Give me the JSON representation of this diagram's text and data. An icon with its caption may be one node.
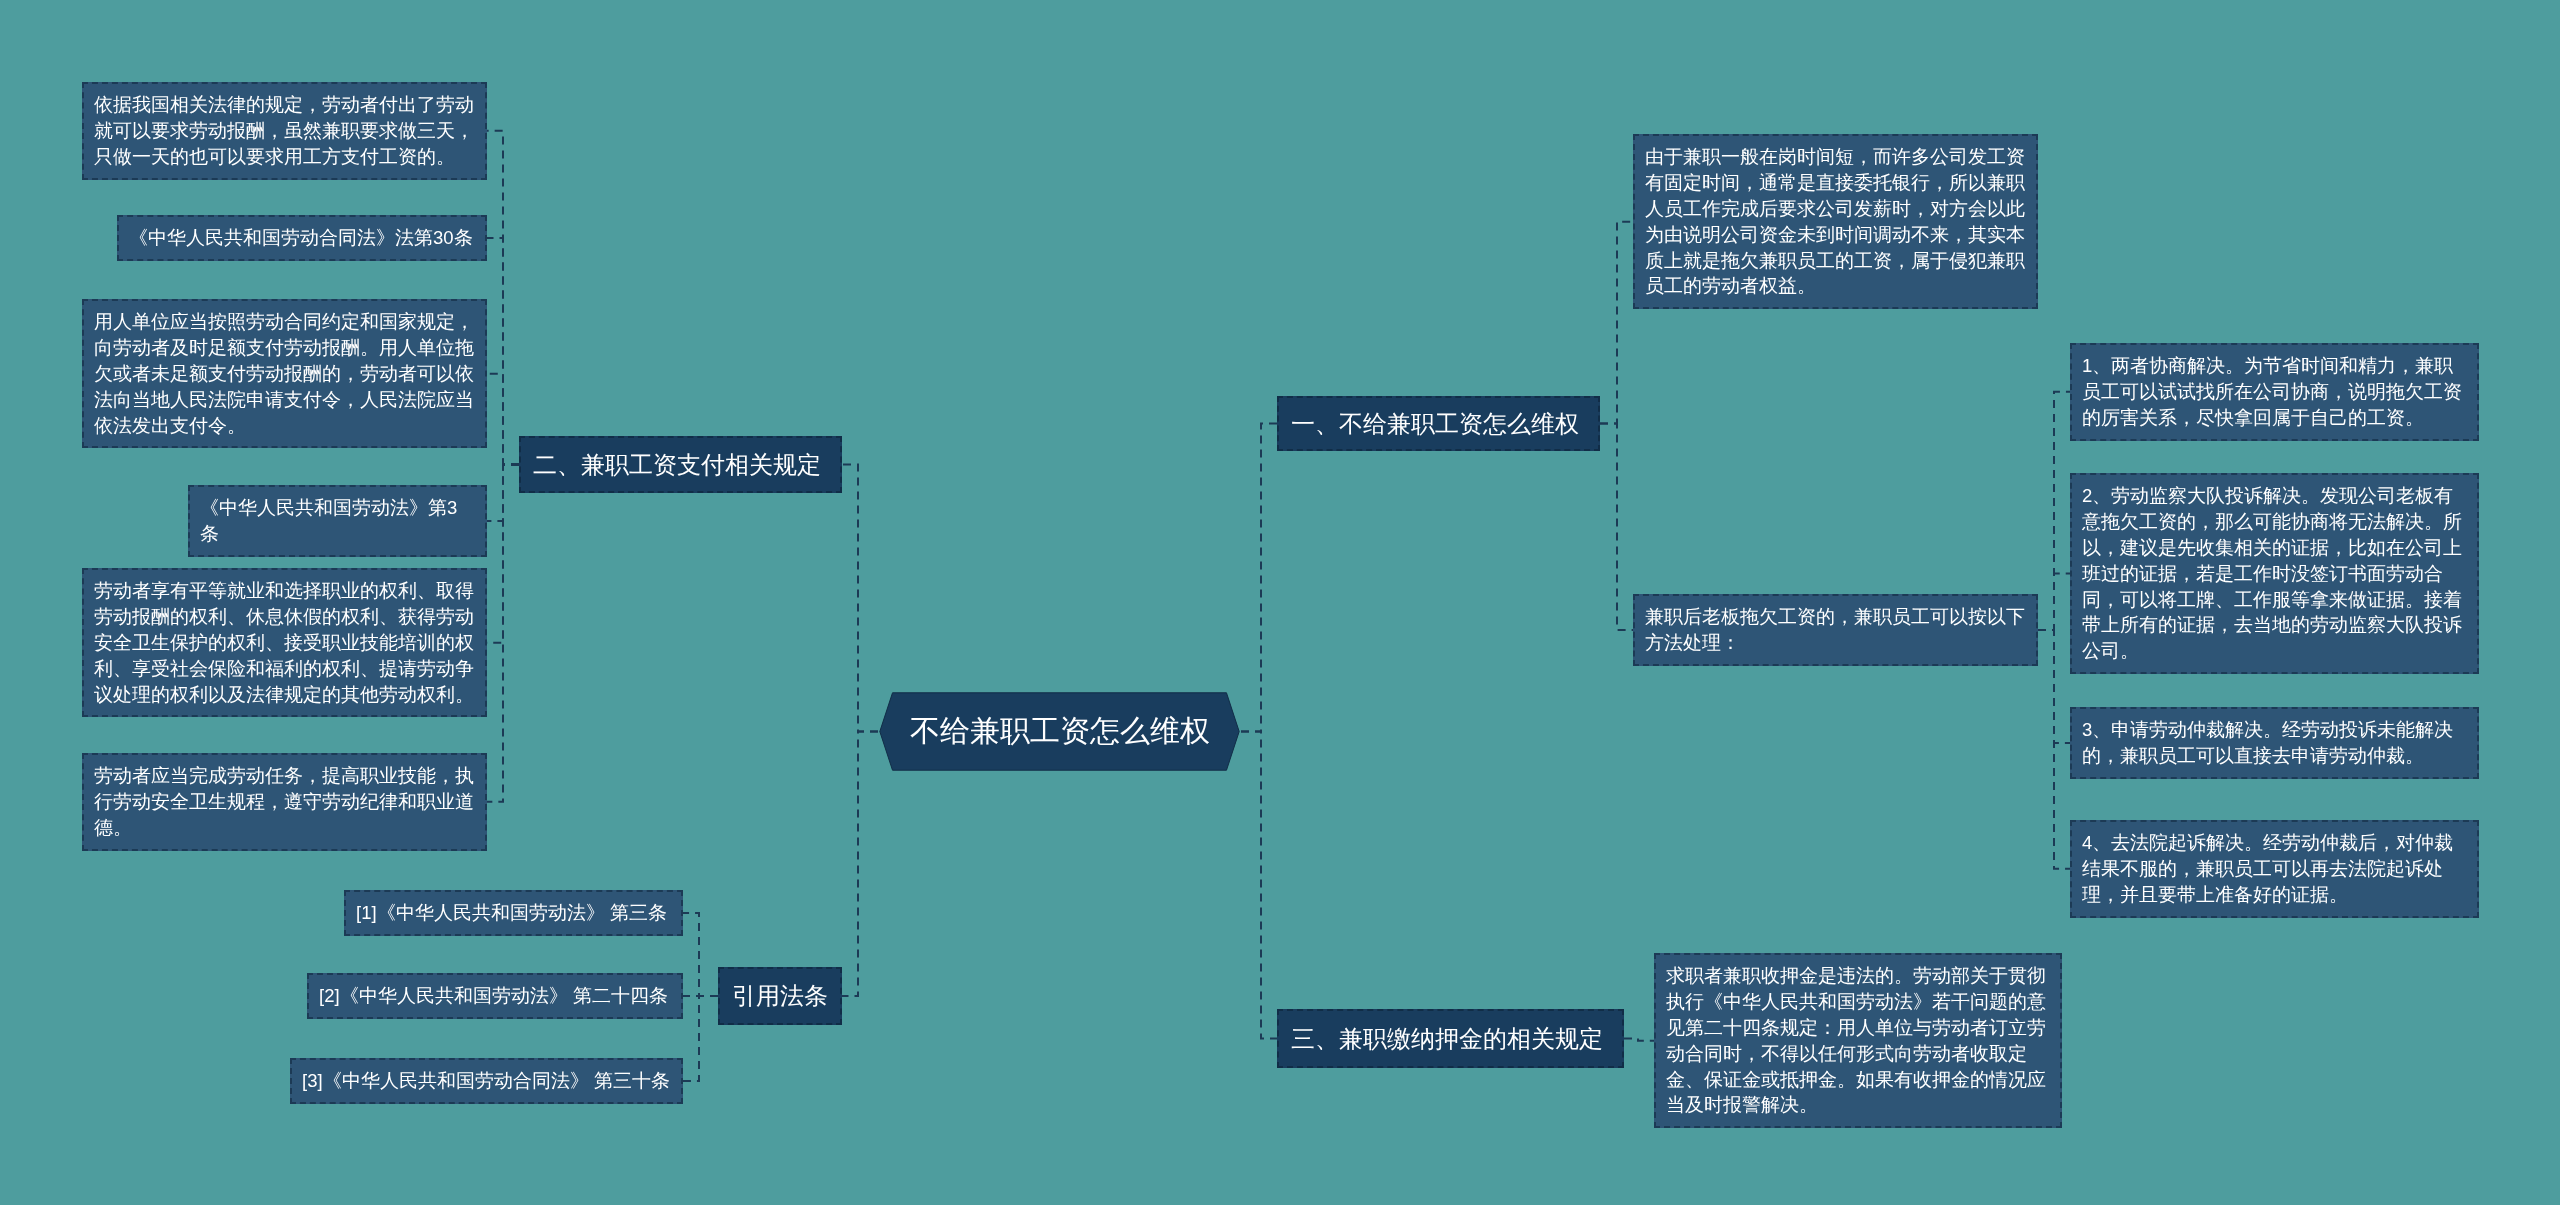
{
  "diagram": {
    "nodes": [
      {
        "text": [
          "不给兼职工资怎么维权"
        ]
      },
      {
        "text": [
          "一、不给兼职工资怎么维权"
        ]
      },
      {
        "text": [
          "由于兼职一般在岗时间短，而许多公司发工资有固定时间，通常是直接委托银行，所以兼职人员工作完成后要求公司发薪时，对方会以此为由说明公司资金未到时间调动不来，其实本质上就是拖欠兼职员工的工资，属于侵犯兼职员工的劳动者权益。"
        ]
      },
      {
        "text": [
          "兼职后老板拖欠工资的，兼职员工可以按以下方法处理："
        ]
      },
      {
        "text": [
          "1、两者协商解决。为节省时间和精力，兼职员工可以试试找所在公司协商，说明拖欠工资的厉害关系，尽快拿回属于自己的工资。"
        ]
      },
      {
        "text": [
          "2、劳动监察大队投诉解决。发现公司老板有意拖欠工资的，那么可能协商将无法解决。所以，建议是先收集相关的证据，比如在公司上班过的证据，若是工作时没签订书面劳动合同，可以将工牌、工作服等拿来做证据。接着带上所有的证据，去当地的劳动监察大队投诉公司。"
        ]
      },
      {
        "text": [
          "3、申请劳动仲裁解决。经劳动投诉未能解决的，兼职员工可以直接去申请劳动仲裁。"
        ]
      },
      {
        "text": [
          "4、去法院起诉解决。经劳动仲裁后，对仲裁结果不服的，兼职员工可以再去法院起诉处理，并且要带上准备好的证据。"
        ]
      },
      {
        "text": [
          "三、兼职缴纳押金的相关规定"
        ]
      },
      {
        "text": [
          "求职者兼职收押金是违法的。劳动部关于贯彻执行《中华人民共和国劳动法》若干问题的意见第二十四条规定：用人单位与劳动者订立劳动合同时，不得以任何形式向劳动者收取定金、保证金或抵押金。如果有收押金的情况应当及时报警解决。"
        ]
      },
      {
        "text": [
          "二、兼职工资支付相关规定"
        ]
      },
      {
        "text": [
          "依据我国相关法律的规定，劳动者付出了劳动就可以要求劳动报酬，虽然兼职要求做三天，只做一天的也可以要求用工方支付工资的。"
        ]
      },
      {
        "text": [
          "《中华人民共和国劳动合同法》法第30条"
        ]
      },
      {
        "text": [
          "用人单位应当按照劳动合同约定和国家规定，向劳动者及时足额支付劳动报酬。用人单位拖欠或者未足额支付劳动报酬的，劳动者可以依法向当地人民法院申请支付令，人民法院应当依法发出支付令。"
        ]
      },
      {
        "text": [
          "《中华人民共和国劳动法》第3条"
        ]
      },
      {
        "text": [
          "劳动者享有平等就业和选择职业的权利、取得劳动报酬的权利、休息休假的权利、获得劳动安全卫生保护的权利、接受职业技能培训的权利、享受社会保险和福利的权利、提请劳动争议处理的权利以及法律规定的其他劳动权利。"
        ]
      },
      {
        "text": [
          "劳动者应当完成劳动任务，提高职业技能，执行劳动安全卫生规程，遵守劳动纪律和职业道德。"
        ]
      },
      {
        "text": [
          "引用法条"
        ]
      },
      {
        "text": [
          "[1]《中华人民共和国劳动法》 第三条"
        ]
      },
      {
        "text": [
          "[2]《中华人民共和国劳动法》 第二十四条"
        ]
      },
      {
        "text": [
          "[3]《中华人民共和国劳动合同法》 第三十条"
        ]
      }
    ],
    "edges": [
      {
        "from": 0,
        "to": 1,
        "arrow": "none"
      },
      {
        "from": 1,
        "to": 2,
        "arrow": "none"
      },
      {
        "from": 1,
        "to": 3,
        "arrow": "none"
      },
      {
        "from": 3,
        "to": 4,
        "arrow": "none"
      },
      {
        "from": 3,
        "to": 5,
        "arrow": "none"
      },
      {
        "from": 3,
        "to": 6,
        "arrow": "none"
      },
      {
        "from": 3,
        "to": 7,
        "arrow": "none"
      },
      {
        "from": 0,
        "to": 8,
        "arrow": "none"
      },
      {
        "from": 8,
        "to": 9,
        "arrow": "none"
      },
      {
        "from": 0,
        "to": 10,
        "arrow": "none"
      },
      {
        "from": 10,
        "to": 11,
        "arrow": "none"
      },
      {
        "from": 10,
        "to": 12,
        "arrow": "none"
      },
      {
        "from": 10,
        "to": 13,
        "arrow": "none"
      },
      {
        "from": 10,
        "to": 14,
        "arrow": "none"
      },
      {
        "from": 10,
        "to": 15,
        "arrow": "none"
      },
      {
        "from": 10,
        "to": 16,
        "arrow": "none"
      },
      {
        "from": 0,
        "to": 17,
        "arrow": "none"
      },
      {
        "from": 17,
        "to": 18,
        "arrow": "none"
      },
      {
        "from": 17,
        "to": 19,
        "arrow": "none"
      },
      {
        "from": 17,
        "to": 20,
        "arrow": "none"
      }
    ]
  }
}
